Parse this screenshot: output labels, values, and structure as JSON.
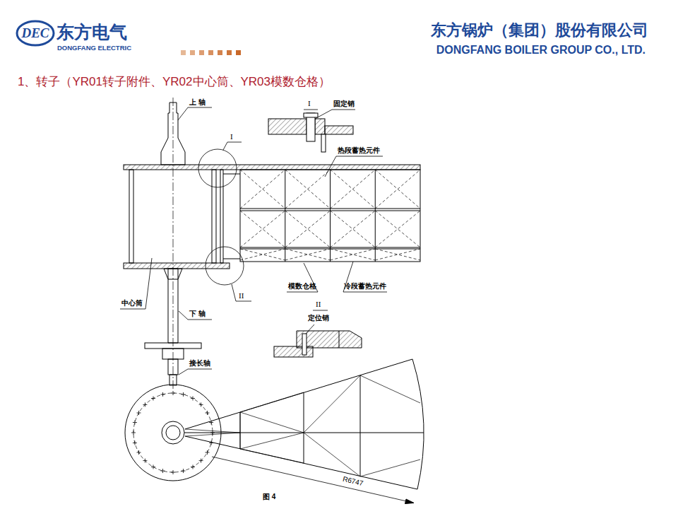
{
  "diagram": {
    "title": "1、转子（YR01转子附件、YR02中心筒、YR03模数仓格）",
    "caption": "图 4",
    "labels": [
      "DEC",
      "东方电气",
      "DONGFANG ELECTRIC",
      "东方锅炉（集团）股份有限公司",
      "DONGFANG BOILER GROUP CO., LTD.",
      "上 轴",
      "I",
      "I",
      "固定销",
      "热段蓄热元件",
      "模数仓格",
      "冷段蓄热元件",
      "中心筒",
      "下 轴",
      "II",
      "II",
      "定位销",
      "接长轴",
      "R6747"
    ]
  }
}
